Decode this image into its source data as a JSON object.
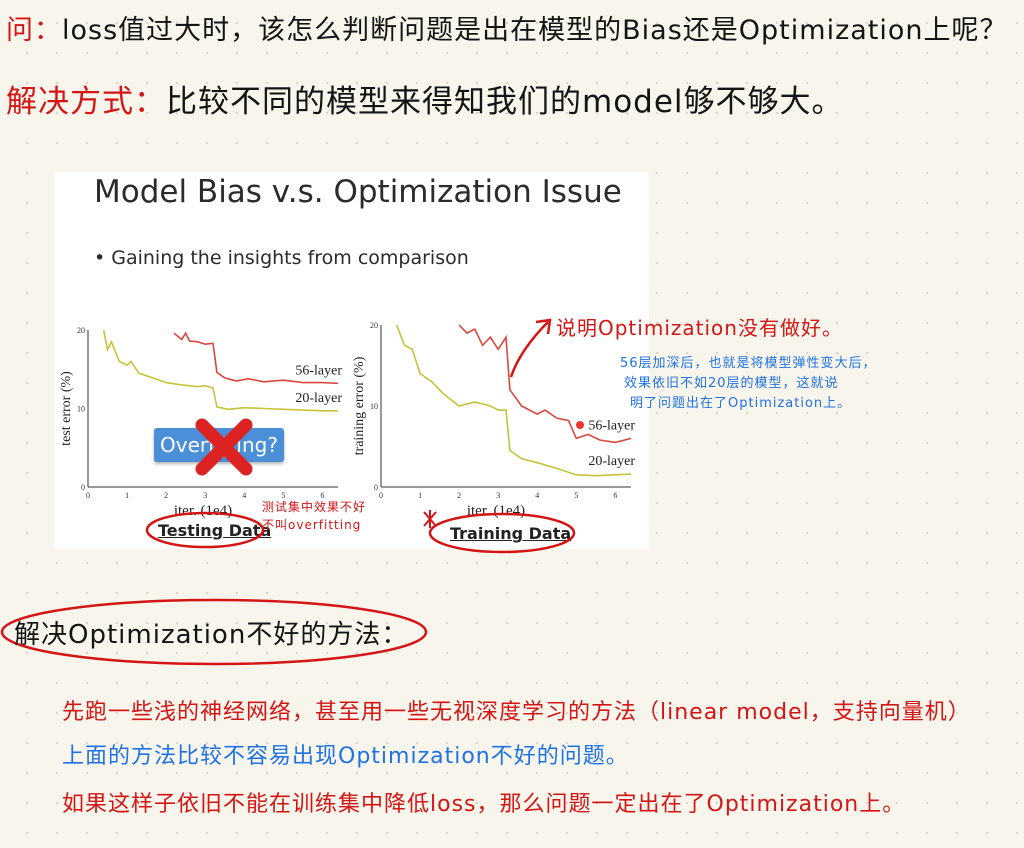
{
  "question": {
    "label": "问：",
    "text": "loss值过大时，该怎么判断问题是出在模型的Bias还是Optimization上呢？"
  },
  "solution": {
    "label": "解决方式：",
    "text": "比较不同的模型来得知我们的model够不够大。"
  },
  "slide": {
    "title": "Model Bias v.s. Optimization Issue",
    "bullet": "• Gaining the insights from comparison",
    "overfitting_button": "Overfitting?",
    "testing_caption": "Testing Data",
    "training_caption": "Training Data"
  },
  "annotations": {
    "testing_note_1": "测试集中效果不好",
    "testing_note_2": "不叫overfitting",
    "optimization_note": "说明Optimization没有做好。",
    "blue_note_1": "56层加深后，也就是将模型弹性变大后，",
    "blue_note_2": "效果依旧不如20层的模型，这就说",
    "blue_note_3": "明了问题出在了Optimization上。"
  },
  "method": {
    "heading": "解决Optimization不好的方法：",
    "line1": "先跑一些浅的神经网络，甚至用一些无视深度学习的方法（linear model，支持向量机）",
    "line2": "上面的方法比较不容易出现Optimization不好的问题。",
    "line3": "如果这样子依旧不能在训练集中降低loss，那么问题一定出在了Optimization上。"
  },
  "colors": {
    "red": "#d41515",
    "blue": "#1f72e6",
    "line56": "#d9473d",
    "line20": "#c8c23a"
  },
  "chart_data": [
    {
      "type": "line",
      "title": "",
      "xlabel": "iter. (1e4)",
      "ylabel": "test error (%)",
      "xlim": [
        0,
        6.4
      ],
      "ylim": [
        0,
        20
      ],
      "xticks": [
        "0",
        "1",
        "2",
        "3",
        "4",
        "5",
        "6"
      ],
      "yticks": [
        "0",
        "10",
        "20"
      ],
      "series": [
        {
          "name": "56-layer",
          "x": [
            2.2,
            2.4,
            2.5,
            2.6,
            2.8,
            3.0,
            3.2,
            3.3,
            3.5,
            3.8,
            4.1,
            4.5,
            5.0,
            5.5,
            6.0,
            6.4
          ],
          "y": [
            19.6,
            18.8,
            19.6,
            18.6,
            18.5,
            18.2,
            18.3,
            14.6,
            13.9,
            13.5,
            13.8,
            13.4,
            13.6,
            13.3,
            13.3,
            13.2
          ]
        },
        {
          "name": "20-layer",
          "x": [
            0.4,
            0.5,
            0.6,
            0.8,
            1.0,
            1.1,
            1.3,
            1.6,
            2.0,
            2.4,
            2.8,
            3.0,
            3.2,
            3.3,
            3.6,
            4.0,
            4.5,
            5.0,
            5.5,
            6.0,
            6.4
          ],
          "y": [
            20,
            17.5,
            18.5,
            16,
            15.5,
            16,
            14.5,
            14,
            13.3,
            13,
            12.8,
            12.9,
            12.6,
            10.2,
            9.9,
            10.1,
            10,
            9.9,
            9.8,
            9.7,
            9.7
          ]
        }
      ]
    },
    {
      "type": "line",
      "title": "",
      "xlabel": "iter. (1e4)",
      "ylabel": "training error (%)",
      "xlim": [
        0,
        6.4
      ],
      "ylim": [
        0,
        20
      ],
      "xticks": [
        "0",
        "1",
        "2",
        "3",
        "4",
        "5",
        "6"
      ],
      "yticks": [
        "0",
        "10",
        "20"
      ],
      "series": [
        {
          "name": "56-layer",
          "x": [
            2.0,
            2.2,
            2.4,
            2.6,
            2.8,
            3.0,
            3.2,
            3.3,
            3.6,
            4.0,
            4.2,
            4.5,
            4.8,
            5.0,
            5.3,
            5.6,
            6.0,
            6.4
          ],
          "y": [
            20,
            19,
            19.5,
            17.5,
            18.5,
            17,
            18.5,
            12,
            10,
            9,
            9.5,
            8.5,
            8.2,
            6,
            6.5,
            5.8,
            5.5,
            6
          ]
        },
        {
          "name": "20-layer",
          "x": [
            0.4,
            0.6,
            0.8,
            1.0,
            1.3,
            1.6,
            2.0,
            2.4,
            2.8,
            3.0,
            3.2,
            3.3,
            3.6,
            4.0,
            4.5,
            5.0,
            5.5,
            6.0,
            6.4
          ],
          "y": [
            20,
            17.5,
            17,
            14,
            13,
            11.5,
            10,
            10.5,
            10,
            9.5,
            9.5,
            4.5,
            3.5,
            3,
            2.3,
            1.5,
            1.4,
            1.5,
            1.6
          ]
        }
      ]
    }
  ]
}
